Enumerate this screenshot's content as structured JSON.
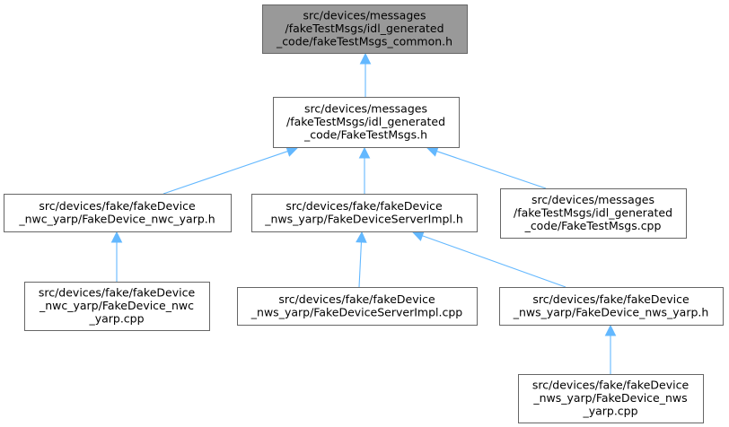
{
  "nodes": [
    {
      "id": "common_h",
      "lines": [
        "src/devices/messages",
        "/fakeTestMsgs/idl_generated",
        "_code/fakeTestMsgs_common.h"
      ],
      "highlighted": true
    },
    {
      "id": "faketestmsgs_h",
      "lines": [
        "src/devices/messages",
        "/fakeTestMsgs/idl_generated",
        "_code/FakeTestMsgs.h"
      ],
      "highlighted": false
    },
    {
      "id": "nwc_yarp_h",
      "lines": [
        "src/devices/fake/fakeDevice",
        "_nwc_yarp/FakeDevice_nwc_yarp.h"
      ],
      "highlighted": false
    },
    {
      "id": "serverimpl_h",
      "lines": [
        "src/devices/fake/fakeDevice",
        "_nws_yarp/FakeDeviceServerImpl.h"
      ],
      "highlighted": false
    },
    {
      "id": "faketestmsgs_cpp",
      "lines": [
        "src/devices/messages",
        "/fakeTestMsgs/idl_generated",
        "_code/FakeTestMsgs.cpp"
      ],
      "highlighted": false
    },
    {
      "id": "nwc_yarp_cpp",
      "lines": [
        "src/devices/fake/fakeDevice",
        "_nwc_yarp/FakeDevice_nwc",
        "_yarp.cpp"
      ],
      "highlighted": false
    },
    {
      "id": "serverimpl_cpp",
      "lines": [
        "src/devices/fake/fakeDevice",
        "_nws_yarp/FakeDeviceServerImpl.cpp"
      ],
      "highlighted": false
    },
    {
      "id": "nws_yarp_h",
      "lines": [
        "src/devices/fake/fakeDevice",
        "_nws_yarp/FakeDevice_nws_yarp.h"
      ],
      "highlighted": false
    },
    {
      "id": "nws_yarp_cpp",
      "lines": [
        "src/devices/fake/fakeDevice",
        "_nws_yarp/FakeDevice_nws",
        "_yarp.cpp"
      ],
      "highlighted": false
    }
  ],
  "edges": [
    {
      "from": "faketestmsgs_h",
      "to": "common_h"
    },
    {
      "from": "nwc_yarp_h",
      "to": "faketestmsgs_h"
    },
    {
      "from": "serverimpl_h",
      "to": "faketestmsgs_h"
    },
    {
      "from": "faketestmsgs_cpp",
      "to": "faketestmsgs_h"
    },
    {
      "from": "nwc_yarp_cpp",
      "to": "nwc_yarp_h"
    },
    {
      "from": "serverimpl_cpp",
      "to": "serverimpl_h"
    },
    {
      "from": "nws_yarp_h",
      "to": "serverimpl_h"
    },
    {
      "from": "nws_yarp_cpp",
      "to": "nws_yarp_h"
    }
  ],
  "colors": {
    "edge": "#63b8ff",
    "node_border": "#666666",
    "node_fill": "#ffffff",
    "highlight_fill": "#999999"
  }
}
